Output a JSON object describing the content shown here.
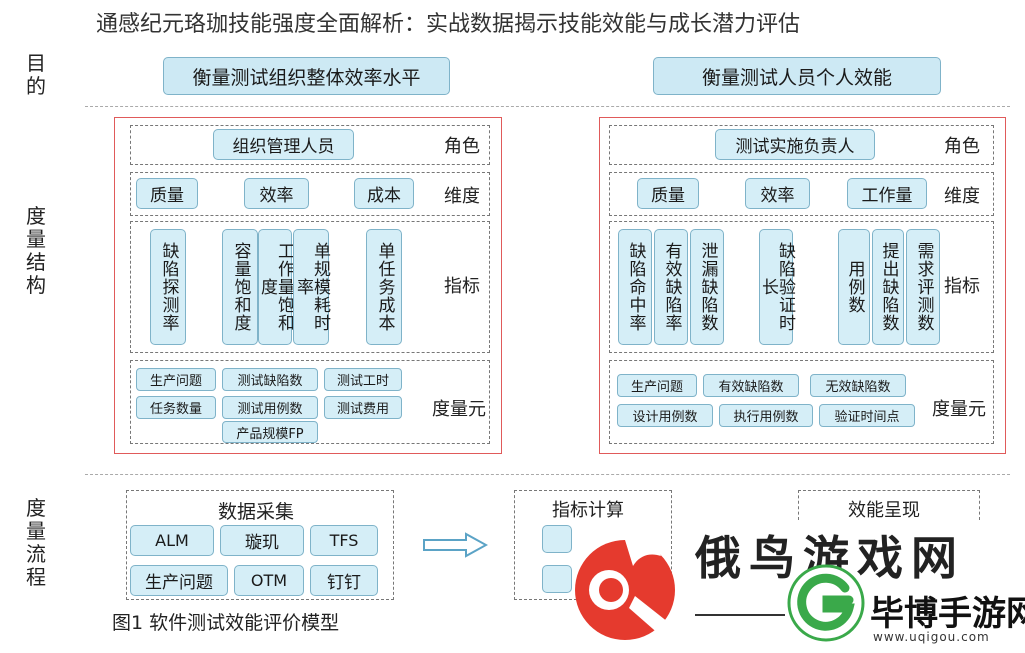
{
  "title": "通感纪元珞珈技能强度全面解析：实战数据揭示技能效能与成长潜力评估",
  "side_labels": {
    "purpose": "目的",
    "measure_structure": "度量结构",
    "measure_process": "度量流程"
  },
  "goals": {
    "left": "衡量测试组织整体效率水平",
    "right": "衡量测试人员个人效能"
  },
  "row_labels": {
    "role": "角色",
    "dimension": "维度",
    "indicator": "指标",
    "element": "度量元"
  },
  "left": {
    "role": "组织管理人员",
    "dimensions": [
      "质量",
      "效率",
      "成本"
    ],
    "indicators": [
      "缺陷探测率",
      "容量饱和度",
      "工作量饱和度",
      "单规模耗时率",
      "单任务成本"
    ],
    "elements": [
      "生产问题",
      "测试缺陷数",
      "测试工时",
      "任务数量",
      "测试用例数",
      "测试费用",
      "产品规模FP"
    ]
  },
  "right": {
    "role": "测试实施负责人",
    "dimensions": [
      "质量",
      "效率",
      "工作量"
    ],
    "indicators": [
      "缺陷命中率",
      "有效缺陷率",
      "泄漏缺陷数",
      "缺陷验证时长",
      "用例数",
      "提出缺陷数",
      "需求评测数"
    ],
    "elements": [
      "生产问题",
      "有效缺陷数",
      "无效缺陷数",
      "设计用例数",
      "执行用例数",
      "验证时间点"
    ]
  },
  "process": {
    "collect_title": "数据采集",
    "collect_items": [
      "ALM",
      "璇玑",
      "TFS",
      "生产问题",
      "OTM",
      "钉钉"
    ],
    "calc_title": "指标计算",
    "present_title": "效能呈现"
  },
  "caption": "图1 软件测试效能评价模型",
  "watermark": {
    "text1": "俄鸟游戏网",
    "text2": "毕博手游网",
    "url": "www.uqigou.com"
  },
  "colors": {
    "pill_fill": "#d5eef7",
    "pill_border": "#7fb3c9",
    "frame_red": "#e05a5a",
    "logo_red": "#e53a2e",
    "logo_green": "#3aa94a"
  }
}
